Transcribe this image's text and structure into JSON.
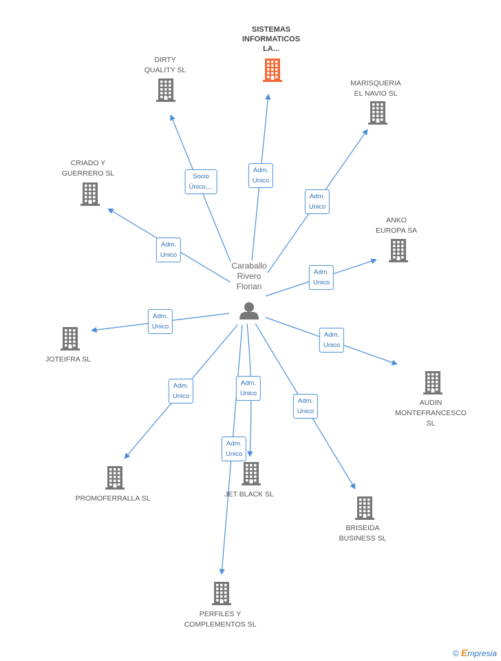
{
  "center": {
    "label": "Caraballo\nRivero\nFlorian",
    "icon": "person-icon"
  },
  "colors": {
    "edge": "#4a8fd6",
    "building": "#777777",
    "highlight": "#f26a35"
  },
  "companies": [
    {
      "id": "sistemas",
      "label": "SISTEMAS\nINFORMATICOS\nLA...",
      "highlight": true,
      "role": "Adm.\nUnico"
    },
    {
      "id": "dirty",
      "label": "DIRTY\nQUALITY SL",
      "role": "Socio\nÚnico,..."
    },
    {
      "id": "marisqueria",
      "label": "MARISQUERIA\nEL NAVIO SL",
      "role": "Adm.\nUnico"
    },
    {
      "id": "criado",
      "label": "CRIADO Y\nGUERRERO SL",
      "role": "Adm.\nUnico"
    },
    {
      "id": "anko",
      "label": "ANKO\nEUROPA SA",
      "role": "Adm.\nUnico"
    },
    {
      "id": "joteifra",
      "label": "JOTEIFRA SL",
      "role": "Adm.\nUnico"
    },
    {
      "id": "audin",
      "label": "AUDIN\nMONTEFRANCESCO SL",
      "role": "Adm.\nUnico"
    },
    {
      "id": "promoferralla",
      "label": "PROMOFERRALLA SL",
      "role": "Adm.\nUnico"
    },
    {
      "id": "jetblack",
      "label": "JET BLACK SL",
      "role": "Adm.\nUnico"
    },
    {
      "id": "briseida",
      "label": "BRISEIDA\nBUSINESS SL",
      "role": "Adm.\nUnico"
    },
    {
      "id": "perfiles",
      "label": "PERFILES Y\nCOMPLEMENTOS SL",
      "role": "Adm.\nUnico"
    }
  ],
  "footer": {
    "copyright": "©",
    "brand_initial": "E",
    "brand_rest": "mpresia"
  }
}
